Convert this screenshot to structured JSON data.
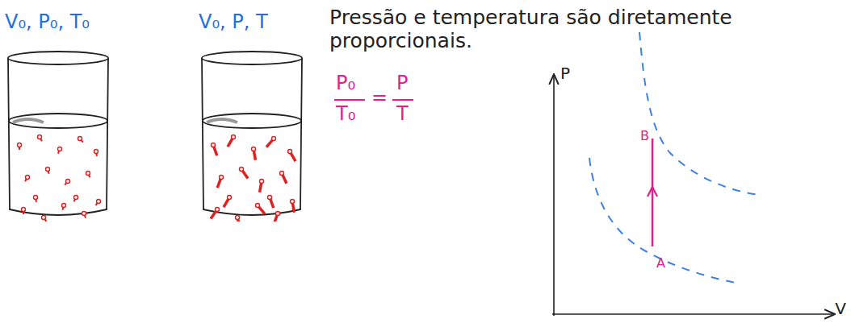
{
  "diagram": {
    "nodes": [
      {
        "text": [
          "V₀, P₀, T₀"
        ]
      },
      {
        "text": [
          "V₀, P, T"
        ]
      }
    ],
    "labels": [
      "Pressão e temperatura são diretamente proporcionais.",
      "P₀",
      "T₀",
      "=",
      "P",
      "T",
      "P",
      "V",
      "B",
      "A"
    ]
  }
}
